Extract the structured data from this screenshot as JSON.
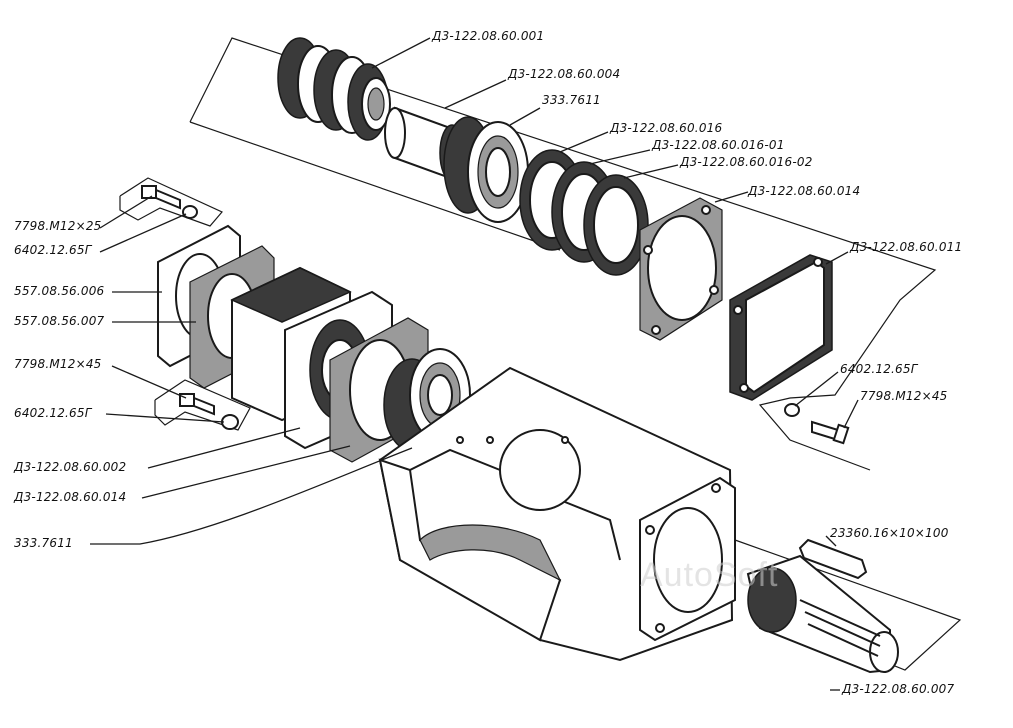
{
  "watermark": "AutoSoft",
  "labels": {
    "seal_001": "Д3-122.08.60.001",
    "shaft_004": "Д3-122.08.60.004",
    "bearing_top": "333.7611",
    "ring_016": "Д3-122.08.60.016",
    "ring_016_01": "Д3-122.08.60.016-01",
    "ring_016_02": "Д3-122.08.60.016-02",
    "gasket_014_top": "Д3-122.08.60.014",
    "cover_011": "Д3-122.08.60.011",
    "washer_right": "6402.12.65Г",
    "bolt_right": "7798.М12×45",
    "bolt_m12x25": "7798.М12×25",
    "washer_top_left": "6402.12.65Г",
    "gasket_556_006": "557.08.56.006",
    "gasket_556_007": "557.08.56.007",
    "bolt_left_m12x45": "7798.М12×45",
    "washer_left": "6402.12.65Г",
    "housing_002": "Д3-122.08.60.002",
    "gasket_014_left": "Д3-122.08.60.014",
    "bearing_left": "333.7611",
    "key": "23360.16×10×100",
    "shaft_007": "Д3-122.08.60.007"
  }
}
